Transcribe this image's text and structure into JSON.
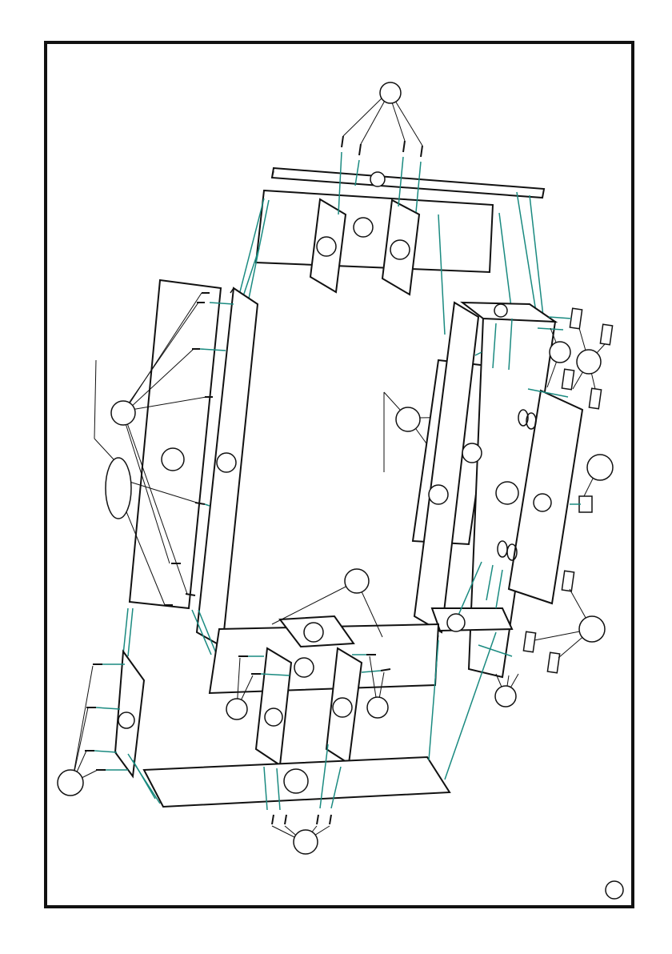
{
  "diagram": {
    "type": "exploded-assembly-drawing",
    "callouts": [
      {
        "id": "hw-top-dowels",
        "label": ""
      },
      {
        "id": "panel-top",
        "label": ""
      },
      {
        "id": "panel-upper-back",
        "label": ""
      },
      {
        "id": "divider-upper-left",
        "label": ""
      },
      {
        "id": "divider-upper-right",
        "label": ""
      },
      {
        "id": "hw-left-group",
        "label": ""
      },
      {
        "id": "panel-left-back",
        "label": ""
      },
      {
        "id": "panel-left-side",
        "label": ""
      },
      {
        "id": "hw-center",
        "label": ""
      },
      {
        "id": "panel-right-inner",
        "label": ""
      },
      {
        "id": "panel-right-inner-b",
        "label": ""
      },
      {
        "id": "panel-right-side",
        "label": ""
      },
      {
        "id": "door-right",
        "label": ""
      },
      {
        "id": "hw-right-small",
        "label": ""
      },
      {
        "id": "hw-right-feet",
        "label": ""
      },
      {
        "id": "hw-hinge",
        "label": ""
      },
      {
        "id": "shelf-right-top",
        "label": ""
      },
      {
        "id": "shelf-right-bottom",
        "label": ""
      },
      {
        "id": "hw-middle",
        "label": ""
      },
      {
        "id": "hw-lower-right-feet",
        "label": ""
      },
      {
        "id": "shelf-lower-center",
        "label": ""
      },
      {
        "id": "divider-lower-left",
        "label": ""
      },
      {
        "id": "divider-lower-right",
        "label": ""
      },
      {
        "id": "hw-lower-left",
        "label": ""
      },
      {
        "id": "hw-lower-center",
        "label": ""
      },
      {
        "id": "hw-lower-right",
        "label": ""
      },
      {
        "id": "panel-lower-left-side",
        "label": ""
      },
      {
        "id": "hw-far-left",
        "label": ""
      },
      {
        "id": "panel-bottom",
        "label": ""
      },
      {
        "id": "hw-bottom-dowels",
        "label": ""
      },
      {
        "id": "page-number",
        "label": ""
      }
    ],
    "colors": {
      "outline": "#111111",
      "hidden_line": "#9a9a9a",
      "leader": "#1a8a80",
      "background": "#ffffff"
    }
  }
}
